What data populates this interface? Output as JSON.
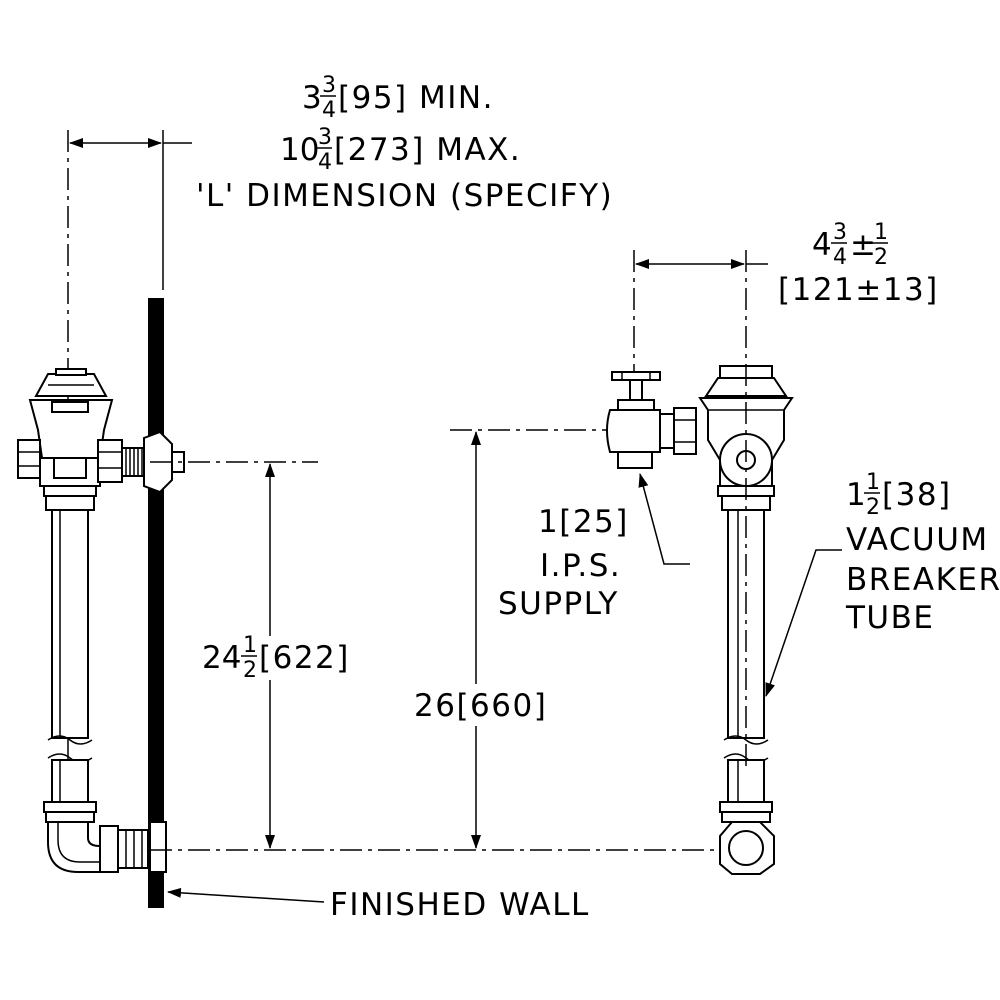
{
  "dim_l": {
    "min_whole": "3",
    "min_num": "3",
    "min_den": "4",
    "min_rest": "[95]  MIN.",
    "max_whole": "10",
    "max_num": "3",
    "max_den": "4",
    "max_rest": "[273]  MAX.",
    "caption": "'L'  DIMENSION  (SPECIFY)"
  },
  "dim_offset": {
    "whole": "4",
    "num": "3",
    "den": "4",
    "pm": "±",
    "tol_num": "1",
    "tol_den": "2",
    "metric": "[121±13]"
  },
  "dim_height_wall": {
    "whole": "24",
    "num": "1",
    "den": "2",
    "rest": "[622]"
  },
  "dim_height_supply": {
    "text": "26[660]"
  },
  "supply_note": {
    "line1": "1[25]",
    "line2": "I.P.S.",
    "line3": "SUPPLY"
  },
  "tube_note": {
    "whole": "1",
    "num": "1",
    "den": "2",
    "size": "[38]",
    "line2": "VACUUM",
    "line3": "BREAKER",
    "line4": "TUBE"
  },
  "wall_note": {
    "text": "FINISHED  WALL"
  }
}
